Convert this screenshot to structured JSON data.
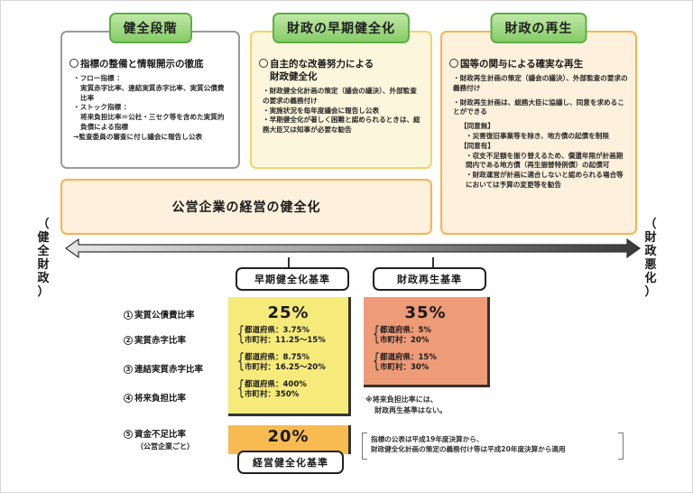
{
  "stages": {
    "healthy": {
      "title": "健全段階",
      "heading": "指標の整備と情報開示の徹底",
      "items": [
        "・フロー指標 ：",
        "実質赤字比率、連結実質赤字比率、実質公債費比率",
        "・ストック指標 ：",
        "将来負担比率＝公社・三セク等を含めた実質的負債による指標",
        "→監査委員の審査に付し議会に報告し公表"
      ]
    },
    "early": {
      "title": "財政の早期健全化",
      "heading_line1": "自主的な改善努力による",
      "heading_line2": "財政健全化",
      "items": [
        "・財政健全化計画の策定（議会の議決）、外部監査の要求の義務付け",
        "・実施状況を毎年度議会に報告し公表",
        "・早期健全化が著しく困難と認められるときは、総務大臣又は知事が必要な勧告"
      ]
    },
    "rebuild": {
      "title": "財政の再生",
      "heading": "国等の関与による確実な再生",
      "items": [
        "・財政再生計画の策定（議会の議決）、外部監査の要求の義務付け",
        "・財政再生計画は、総務大臣に協議し、同意を求めることができる",
        "【同意無】",
        "・災害復旧事業等を除き、地方債の起債を制限",
        "【同意有】",
        "・収支不足額を振り替えるため、償還年限が計画期間内である地方債（再生振替特例債）の起債可",
        "・財政運営が計画に適合しないと認められる場合等においては予算の変更等を勧告"
      ]
    }
  },
  "enterprise": {
    "label": "公営企業の経営の健全化"
  },
  "axis": {
    "left_label": "（健全財政）",
    "left_chars": [
      "（",
      "健",
      "全",
      "財",
      "政",
      "）"
    ],
    "right_label": "（財政悪化）",
    "right_chars": [
      "（",
      "財",
      "政",
      "悪",
      "化",
      "）"
    ]
  },
  "thresholds": {
    "early_label": "早期健全化基準",
    "rebuild_label": "財政再生基準",
    "management_label": "経営健全化基準"
  },
  "indicators": [
    {
      "num": "1",
      "label": "実質公債費比率"
    },
    {
      "num": "2",
      "label": "実質赤字比率"
    },
    {
      "num": "3",
      "label": "連結実質赤字比率"
    },
    {
      "num": "4",
      "label": "将来負担比率"
    },
    {
      "num": "5",
      "label": "資金不足比率",
      "sub": "（公営企業ごと）"
    }
  ],
  "early_values": {
    "debt_service": "25%",
    "deficit": {
      "prefecture": "都道府県：3.75%",
      "municipality": "市町村：11.25～15%"
    },
    "consolidated": {
      "prefecture": "都道府県：8.75%",
      "municipality": "市町村：16.25～20%"
    },
    "future_burden": {
      "prefecture": "都道府県：400%",
      "municipality": "市町村：350%"
    }
  },
  "rebuild_values": {
    "debt_service": "35%",
    "deficit": {
      "prefecture": "都道府県：5%",
      "municipality": "市町村：20%"
    },
    "consolidated": {
      "prefecture": "都道府県：15%",
      "municipality": "市町村：30%"
    }
  },
  "management_value": "20%",
  "notes": {
    "future_burden_line1": "※将来負担比率には、",
    "future_burden_line2": "財政再生基準はない。",
    "application_line1": "指標の公表は平成19年度決算から、",
    "application_line2": "財政健全化計画の策定の義務付け等は平成20年度決算から適用"
  },
  "colors": {
    "stage_title_green": "#86cc68",
    "early_fill": "#fcf6dc",
    "rebuild_fill": "#fdf0dc",
    "early_rate_yellow": "#f6ea7a",
    "rebuild_rate_salmon": "#ee9b78",
    "management_orange": "#f7bb52"
  }
}
